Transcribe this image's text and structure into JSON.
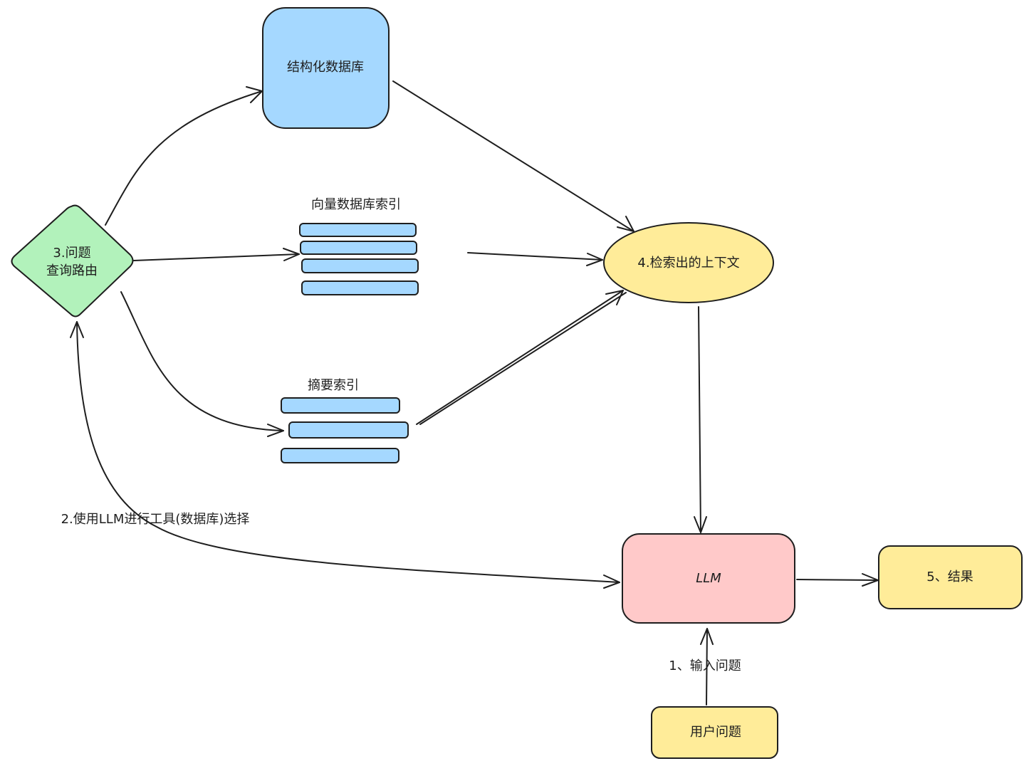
{
  "colors": {
    "blue_fill": "#a5d8ff",
    "green_fill": "#b2f2bb",
    "yellow_fill": "#ffec99",
    "pink_fill": "#ffc9c9",
    "stroke": "#1e1e1e"
  },
  "nodes": {
    "structured_db": "结构化数据库",
    "vector_index_title": "向量数据库索引",
    "summary_index_title": "摘要索引",
    "router_line1": "3.问题",
    "router_line2": "查询路由",
    "context": "4.检索出的上下文",
    "llm": "LLM",
    "result": "5、结果",
    "user_question": "用户问题"
  },
  "edge_labels": {
    "tool_select": "2.使用LLM进行工具(数据库)选择",
    "input_question": "1、输入问题"
  },
  "icons": {
    "vector_index": "stacked-bars-icon",
    "summary_index": "stacked-bars-icon"
  }
}
